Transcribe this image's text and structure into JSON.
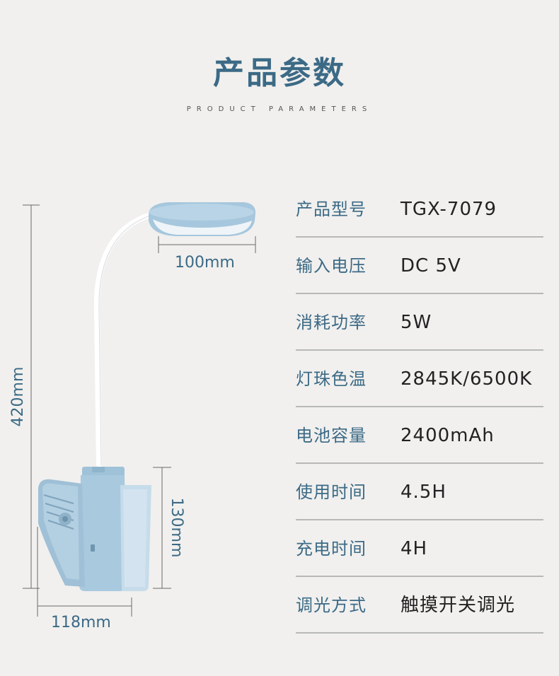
{
  "header": {
    "title": "产品参数",
    "subtitle": "PRODUCT PARAMETERS"
  },
  "dimensions": {
    "head_width": "100mm",
    "total_height": "420mm",
    "base_height": "130mm",
    "base_width": "118mm"
  },
  "specs": [
    {
      "label": "产品型号",
      "value": "TGX-7079"
    },
    {
      "label": "输入电压",
      "value": "DC 5V"
    },
    {
      "label": "消耗功率",
      "value": "5W"
    },
    {
      "label": "灯珠色温",
      "value": "2845K/6500K"
    },
    {
      "label": "电池容量",
      "value": "2400mAh"
    },
    {
      "label": "使用时间",
      "value": "4.5H"
    },
    {
      "label": "充电时间",
      "value": "4H"
    },
    {
      "label": "调光方式",
      "value": "触摸开关调光"
    }
  ],
  "colors": {
    "accent": "#3c6a86",
    "background": "#f1f0ee",
    "lamp_blue": "#a6c7dd",
    "divider": "#b8b8b8"
  }
}
